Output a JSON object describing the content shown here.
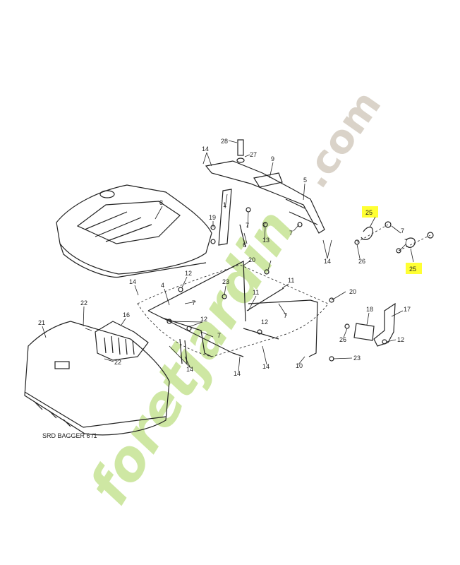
{
  "watermark": {
    "text_main": "foretjardin",
    "text_tld": ".com",
    "color_main": "#c9e59a",
    "color_tld": "#d6cfc4"
  },
  "caption": "SRD BAGGER 6 /1",
  "highlight_color": "#ffff33",
  "labels": {
    "p1": "1",
    "p4": "4",
    "p5": "5",
    "p6": "6",
    "p7a": "7",
    "p7b": "7",
    "p7c": "7",
    "p7d": "7",
    "p7e": "7",
    "p7f": "7",
    "p7g": "7",
    "p8": "8",
    "p9": "9",
    "p10": "10",
    "p11a": "11",
    "p11b": "11",
    "p12a": "12",
    "p12b": "12",
    "p12c": "12",
    "p13": "13",
    "p14a": "14",
    "p14b": "14",
    "p14c": "14",
    "p14d": "14",
    "p14e": "14",
    "p14f": "14",
    "p16": "16",
    "p17": "17",
    "p18": "18",
    "p19": "19",
    "p20a": "20",
    "p20b": "20",
    "p21": "21",
    "p22a": "22",
    "p22b": "22",
    "p23a": "23",
    "p23b": "23",
    "p25a": "25",
    "p25b": "25",
    "p26a": "26",
    "p26b": "26",
    "p27": "27",
    "p28": "28"
  }
}
